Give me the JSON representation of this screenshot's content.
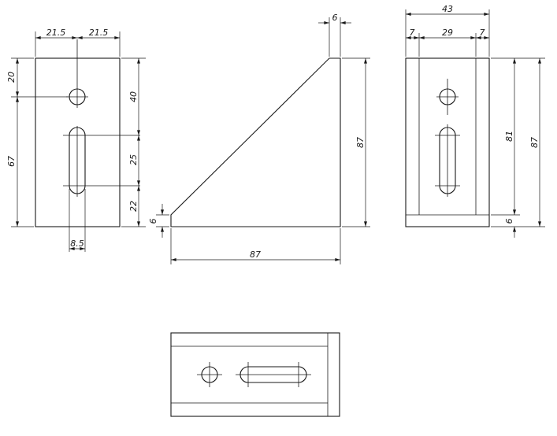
{
  "drawing": {
    "front_view": {
      "top_left_width": "21.5",
      "top_right_width": "21.5",
      "hole_from_top": "20",
      "total_height": "67",
      "upper_segment": "40",
      "slot_length": "25",
      "lower_segment": "22",
      "slot_width": "8.5"
    },
    "side_view": {
      "top_thickness": "6",
      "base_thickness": "6",
      "height": "87",
      "length": "87"
    },
    "end_view": {
      "total_width": "43",
      "left_flange": "7",
      "inner_width": "29",
      "right_flange": "7",
      "inner_height": "81",
      "total_height": "87",
      "base_thickness": "6"
    }
  }
}
